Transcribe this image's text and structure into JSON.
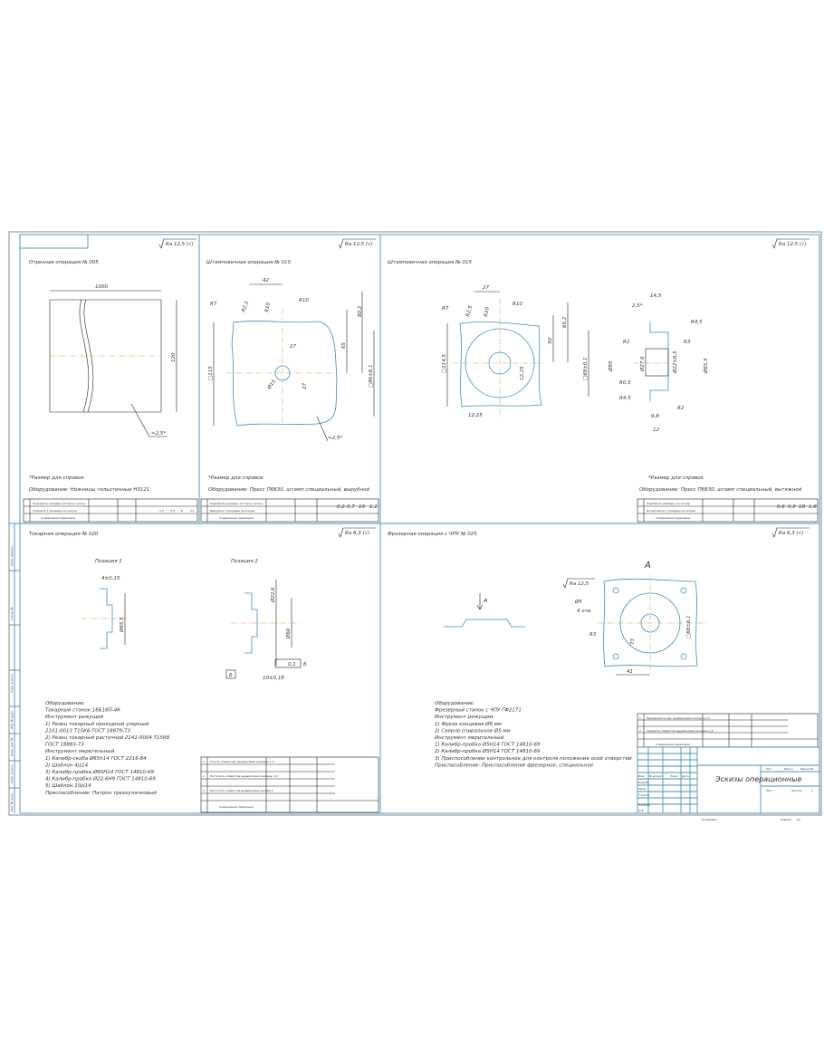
{
  "sheet_title": "Эскизы операционные",
  "title_block": {
    "cols": [
      "Изм.",
      "Лист",
      "№ докум.",
      "Подп.",
      "Дата"
    ],
    "rows": [
      "Разраб.",
      "Пров.",
      "Т.контр.",
      "Н.контр.",
      "Утв."
    ],
    "lit": "Лит.",
    "mass": "Масса",
    "scale": "Масштаб",
    "sheet": "Лист",
    "sheets": "Листов",
    "sheets_val": "1",
    "copied": "Копировал",
    "format": "Формат",
    "format_val": "A1"
  },
  "roughness": {
    "r125": "Ra 12,5 (√)",
    "r63": "Ra 6,3 (√)",
    "ra125": "Ra 12,5"
  },
  "panels": {
    "op005": {
      "title": "Отрезная операция № 005",
      "note": "*Размер для справок",
      "equipment": "Оборудование: Ножницы гильотинные Н3121",
      "dims": [
        "1000",
        "120",
        "≈2,5*"
      ],
      "table": {
        "row1": "Подобрать размеры согласно эскизу",
        "row2": "Отрезать 1 размеры на эскизе",
        "row3": "Содержание переходов",
        "vals": [
          "0,3",
          "0,5",
          "8",
          "0,1"
        ]
      }
    },
    "op010": {
      "title": "Штамповочная операция № 010",
      "note": "*Размер для справок",
      "equipment": "Оборудование: Пресс П6630, штамп специальный, вырубной",
      "dims": [
        "42",
        "R7",
        "R2,5",
        "R10",
        "R10",
        "80,2",
        "27",
        "65",
        "□115",
        "□86±0,1",
        "Ø15",
        "27",
        "≈2,5*"
      ],
      "table": {
        "row1": "Подобрать размеры согласно эскизу",
        "row2": "Вырубить 1 размеры на эскизе",
        "row3": "Содержание переходов",
        "vals": [
          "0,2",
          "0,7",
          "19",
          "1,1"
        ]
      }
    },
    "op015": {
      "title": "Штамповочная операция № 015",
      "note": "*Размер для справок",
      "equipment": "Оборудование: Пресс П6630, штамп специальный, вытяжной",
      "dims": [
        "27",
        "R7",
        "R2,5",
        "R10",
        "R10",
        "50",
        "65,2",
        "□114,5",
        "□68±0,1",
        "12,25",
        "12,25",
        "14,5",
        "2,5*",
        "R4,5",
        "R2",
        "R3",
        "Ø95",
        "Ø27,6",
        "Ø22±0,5",
        "Ø65,5",
        "R0,5",
        "R4,5",
        "R2",
        "9,8",
        "12"
      ],
      "table": {
        "row1": "Подобрать размеры на эскизе",
        "row2": "Штамповать 1 размеры на эскизе",
        "row3": "Содержание переходов",
        "vals": [
          "0,6",
          "0,9",
          "18",
          "1,8"
        ]
      }
    },
    "op020": {
      "title": "Токарная операция № 020",
      "pos1": "Позиция 1",
      "pos2": "Позиция 2",
      "dims": [
        "4±0,15",
        "Ø65,5",
        "Ø22,6",
        "Ø60",
        "0,1",
        "Б",
        "10±0,18",
        "Б"
      ],
      "equipment": [
        "Оборудование:",
        "Токарный станок 16Б16П-4К",
        "Инструмент режущий",
        "1) Резец токарный проходной упорный",
        "2101-0013 Т15К6 ГОСТ 18879-73",
        "2) Резец токарный расточной 2141-0004 Т15К6",
        "ГОСТ 18883-73",
        "Инструмент мерительный",
        "1) Калибр-скоба Ø65h14 ГОСТ 2216-84",
        "2) Шаблон 4js14",
        "3) Калибр-пробка Ø60Н14 ГОСТ 14810-69",
        "4) Калибр-пробка Ø22,6Н9 ГОСТ 14810-69",
        "5) Шаблон 10js14",
        "Приспособление: Патрон трехкулачковый"
      ],
      "table": {
        "rows": [
          "Точить отверстие, выдерживая размеры 1,2",
          "Расточить отверстие выдерживая размеры 3,4",
          "Расточить отверстие выдерживая размер 5"
        ],
        "row_last": "Содержание переходов",
        "nums": [
          "1",
          "2",
          "3"
        ]
      }
    },
    "op025": {
      "title": "Фрезерная операция с ЧПУ № 025",
      "view": "A",
      "dims": [
        "Ø5",
        "4 отв.",
        "R3",
        "73",
        "41",
        "□68±0,1"
      ],
      "equipment": [
        "Оборудование:",
        "Фрезерный станок с ЧПУ ГФ2171",
        "Инструмент режущий:",
        "1) Фреза концевая Ø6 мм",
        "2) Сверло спиральное Ø5 мм",
        "Инструмент мерительный",
        "1) Калибр-пробка Ø5Н14 ГОСТ 14810-69",
        "2) Калибр-пробка Ø5Н14 ГОСТ 14810-69",
        "3) Приспособление контрольное для контроля положения осей отверстий",
        "Приспособление: Приспособление фрезерное, специальное"
      ],
      "table": {
        "rows": [
          "Фрезеровать нар. выдерживая контур 1,2,3",
          "Сверлить отверстия выдерживая размеры 4,5"
        ],
        "row_last": "Содержание переходов",
        "nums": [
          "1",
          "2"
        ]
      }
    }
  },
  "side_stamp": [
    "Перв. примен.",
    "Справ. №",
    "Подп. и дата",
    "Инв. № дубл.",
    "Взам. инв. №",
    "Подп. и дата",
    "Инв. № подл."
  ]
}
